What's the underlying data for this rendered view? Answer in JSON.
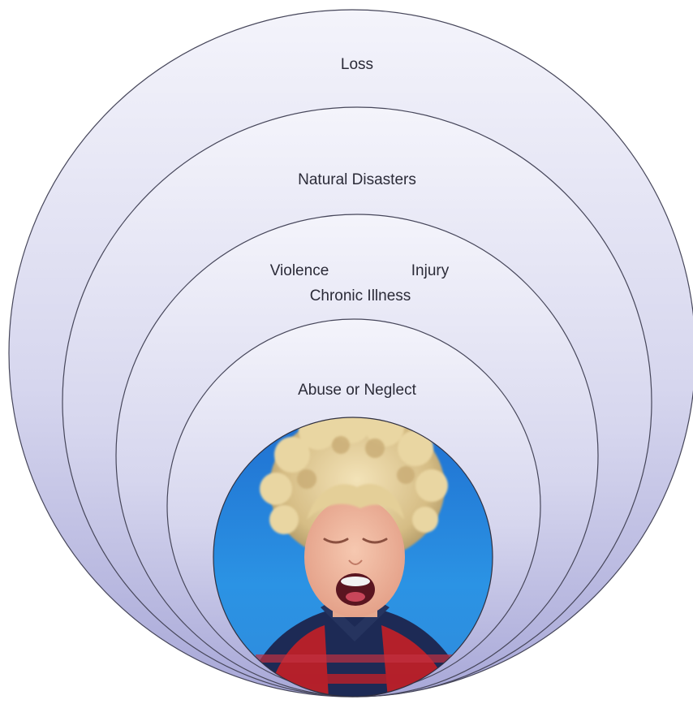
{
  "diagram": {
    "rings": [
      {
        "labels": [
          "Loss"
        ]
      },
      {
        "labels": [
          "Natural Disasters"
        ]
      },
      {
        "labels": [
          "Violence",
          "Injury",
          "Chronic Illness"
        ]
      },
      {
        "labels": [
          "Abuse or Neglect"
        ]
      }
    ],
    "center": {
      "subject": "child-photo"
    },
    "colors": {
      "ring_top": "#f3f3fb",
      "ring_bottom": "#a9a9d8",
      "ring_stroke": "#46465a",
      "photo_sky": "#2a8fe0",
      "shirt_red": "#b4202a",
      "shirt_navy": "#1d2a55",
      "hair": "#ddc58f",
      "skin": "#efb49c"
    }
  }
}
